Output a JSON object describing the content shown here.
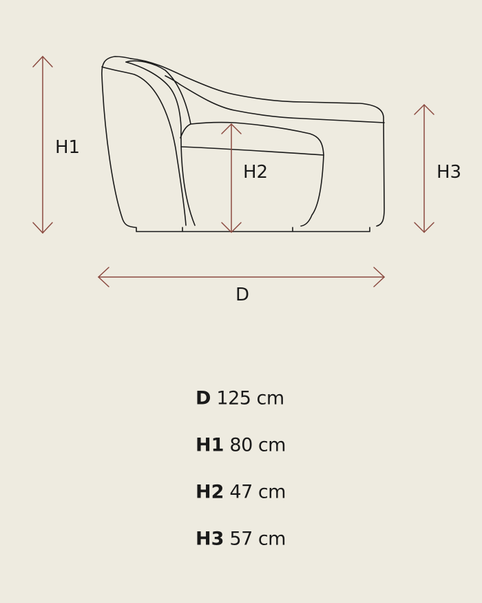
{
  "diagram": {
    "labels": {
      "h1": "H1",
      "h2": "H2",
      "h3": "H3",
      "d": "D"
    },
    "arrow_color": "#8b4a40",
    "line_color": "#1a1a1a",
    "background": "#eeebe0"
  },
  "specs": [
    {
      "key": "D",
      "value": "125 cm"
    },
    {
      "key": "H1",
      "value": "80 cm"
    },
    {
      "key": "H2",
      "value": "47 cm"
    },
    {
      "key": "H3",
      "value": "57 cm"
    }
  ]
}
